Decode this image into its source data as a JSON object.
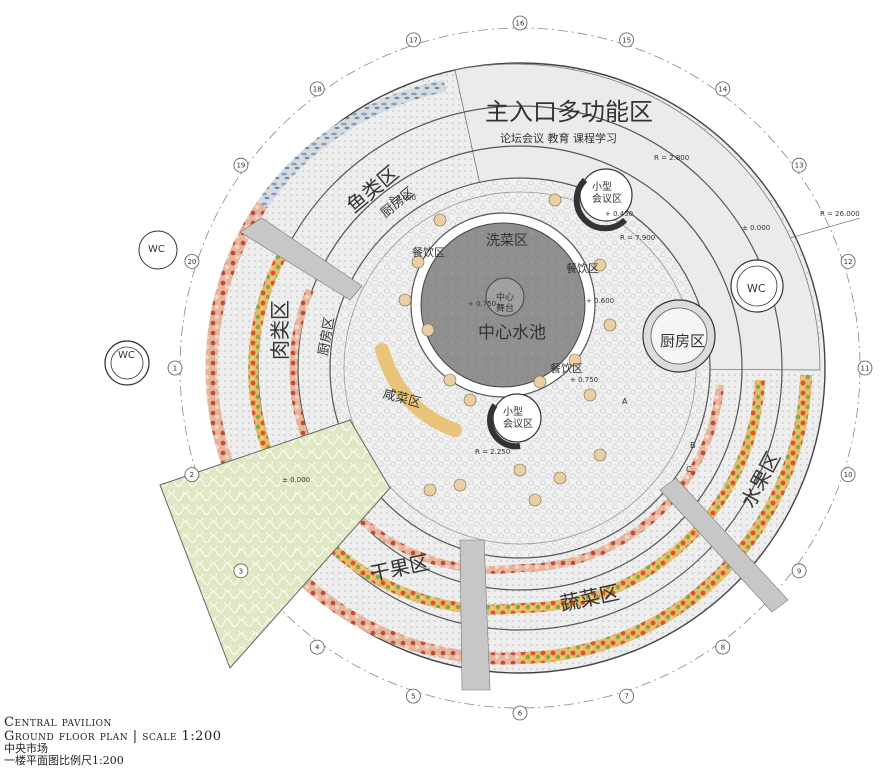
{
  "caption": {
    "line1": "Central pavilion",
    "line2": "Ground floor plan | scale 1:200",
    "line3": "中央市场",
    "line4": "一楼平面图比例尺1:200"
  },
  "zones": {
    "entrance_title": "主入口多功能区",
    "entrance_sub": "论坛会议 教育 课程学习",
    "fish": "鱼类区",
    "meat": "肉类区",
    "kitchen_left_top": "厨房区",
    "kitchen_left_mid": "厨房区",
    "kitchen_right": "厨房区",
    "wash": "洗菜区",
    "pool": "中心水池",
    "stage": "中心\n舞台",
    "dining_1": "餐饮区",
    "dining_2": "餐饮区",
    "dining_3": "餐饮区",
    "meeting_1": "小型\n会议区",
    "meeting_2": "小型\n会议区",
    "fruit_dry": "干果区",
    "vegetable": "蔬菜区",
    "fruit": "水果区",
    "snack": "咸菜区"
  },
  "wc_label": "WC",
  "levels": {
    "a": "± 0.000",
    "b": "+ 0.750",
    "c": "+ 0.600",
    "d": "+ 0.450",
    "e": "+ 0.750",
    "f": "± 0.000",
    "g": "± 0.000"
  },
  "radii": {
    "r1": "R = 26.000",
    "r2": "R = 2.800",
    "r3": "R = 7.900",
    "r4": "R = 2.250"
  },
  "section_marks": [
    "A",
    "B",
    "C"
  ],
  "grid_numbers": [
    "1",
    "2",
    "3",
    "4",
    "5",
    "6",
    "7",
    "8",
    "9",
    "10",
    "11",
    "12",
    "13",
    "14",
    "15",
    "16",
    "17",
    "18",
    "19",
    "20"
  ]
}
